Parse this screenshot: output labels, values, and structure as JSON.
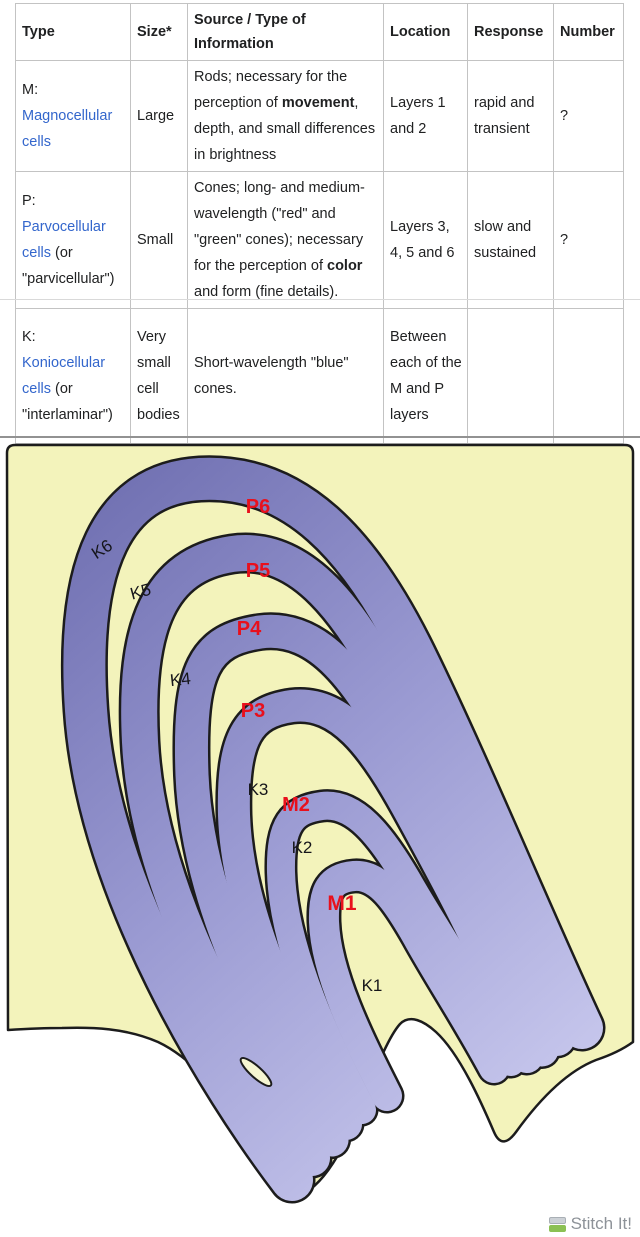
{
  "table": {
    "headers": [
      "Type",
      "Size*",
      "Source / Type of Information",
      "Location",
      "Response",
      "Number"
    ],
    "rows": [
      {
        "type_prefix": "M:",
        "type_link": "Magnocellular cells",
        "type_suffix": "",
        "size": "Large",
        "source_pre": "Rods; necessary for the perception of ",
        "source_bold": "movement",
        "source_post": ", depth, and small differences in brightness",
        "location": "Layers 1 and 2",
        "response": "rapid and transient",
        "number": "?"
      },
      {
        "type_prefix": "P:",
        "type_link": "Parvocellular cells",
        "type_suffix": " (or \"parvicellular\")",
        "size": "Small",
        "source_pre": "Cones; long- and medium-wavelength (\"red\" and \"green\" cones); necessary for the perception of ",
        "source_bold": "color",
        "source_post": " and form (fine details).",
        "location": "Layers 3, 4, 5 and 6",
        "response": "slow and sustained",
        "number": "?"
      },
      {
        "type_prefix": "K:",
        "type_link": "Koniocellular cells",
        "type_suffix": " (or \"interlaminar\")",
        "size": "Very small cell bodies",
        "source_pre": "Short-wavelength \"blue\" cones.",
        "source_bold": "",
        "source_post": "",
        "location": "Between each of the M and P layers",
        "response": "",
        "number": ""
      }
    ]
  },
  "diagram": {
    "labels": {
      "p6": "P6",
      "p5": "P5",
      "p4": "P4",
      "p3": "P3",
      "m2": "M2",
      "m1": "M1",
      "k6": "K6",
      "k5": "K5",
      "k4": "K4",
      "k3": "K3",
      "k2": "K2",
      "k1": "K1"
    },
    "colors": {
      "panel_yellow": "#f3f3bb",
      "gap_cream": "#f6f6d2",
      "band_purple_dark": "#6e6eb0",
      "band_purple_light": "#c6c6ec",
      "outline_black": "#1c1c1c",
      "layer_label_red": "#e8101c",
      "k_label_black": "#15151a"
    }
  },
  "watermark": {
    "label": "Stitch It!",
    "icon_green": "#8bc053",
    "icon_gray": "#ccd1d6",
    "text_gray": "#8d9298"
  },
  "link_color": "#3366cc"
}
